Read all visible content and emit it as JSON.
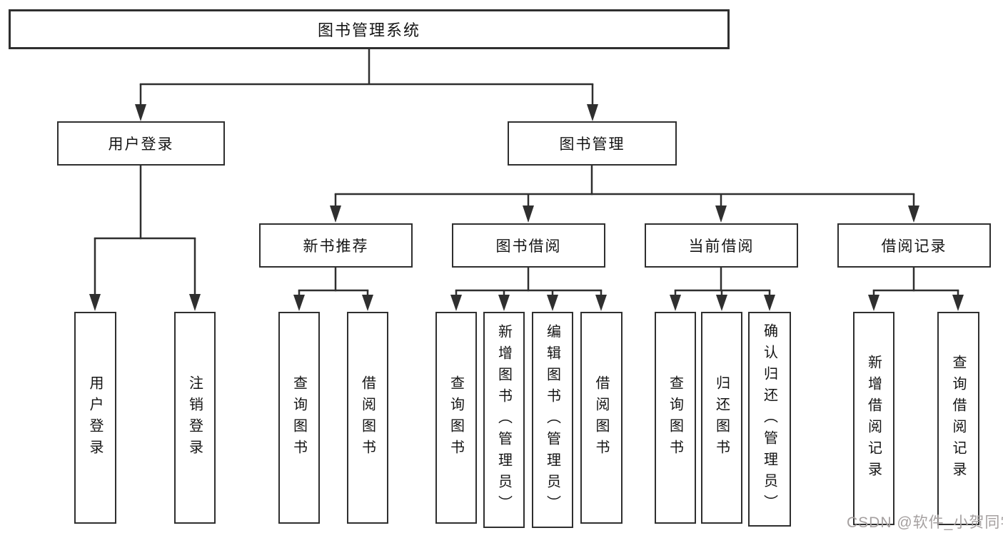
{
  "diagram": {
    "title": "图书管理系统",
    "branches": [
      {
        "label": "用户登录",
        "children": [
          {
            "label": "用户登录"
          },
          {
            "label": "注销登录"
          }
        ]
      },
      {
        "label": "图书管理",
        "children": [
          {
            "label": "新书推荐",
            "children": [
              {
                "label": "查询图书"
              },
              {
                "label": "借阅图书"
              }
            ]
          },
          {
            "label": "图书借阅",
            "children": [
              {
                "label": "查询图书"
              },
              {
                "label": "新增图书（管理员）"
              },
              {
                "label": "编辑图书（管理员）"
              },
              {
                "label": "借阅图书"
              }
            ]
          },
          {
            "label": "当前借阅",
            "children": [
              {
                "label": "查询图书"
              },
              {
                "label": "归还图书"
              },
              {
                "label": "确认归还（管理员）"
              }
            ]
          },
          {
            "label": "借阅记录",
            "children": [
              {
                "label": "新增借阅记录"
              },
              {
                "label": "查询借阅记录"
              }
            ]
          }
        ]
      }
    ]
  },
  "watermark": {
    "text": "CSDN @软件_小贺同学"
  },
  "colors": {
    "line": "#2f2f2f",
    "text": "#141414",
    "background": "#ffffff",
    "watermark": "#a5a0a0"
  }
}
